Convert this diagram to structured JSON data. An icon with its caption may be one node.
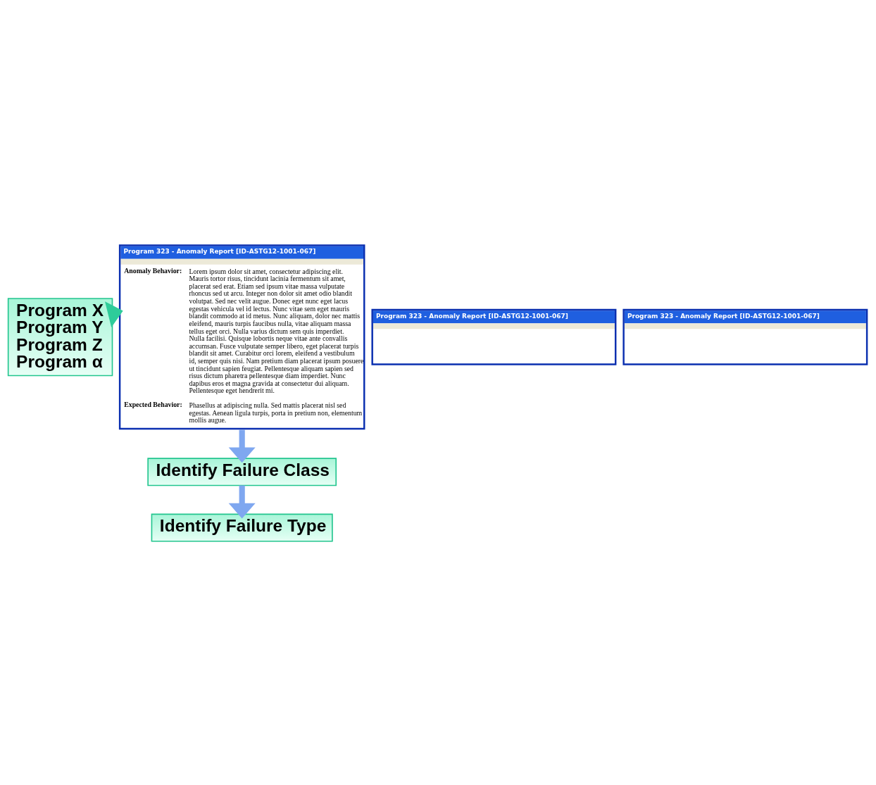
{
  "diagram": {
    "nodes": [
      {
        "text": [
          "Program X",
          "Program Y",
          "Program Z",
          "Program α"
        ]
      },
      {
        "text": [
          "Program 323 - Anomaly Report [ID-ASTG12-1001-067]"
        ]
      },
      {
        "text": [
          "Program 323 - Anomaly Report [ID-ASTG12-1001-067]"
        ]
      },
      {
        "text": [
          "Program 323 - Anomaly Report [ID-ASTG12-1001-067]",
          "Anomaly Behavior:",
          "Lorem ipsum dolor sit amet, consectetur adipiscing elit. Mauris tortor risus, tincidunt lacinia fermentum sit amet, placerat sed erat. Etiam sed ipsum vitae massa vulputate rhoncus sed ut arcu. Integer non dolor sit amet odio blandit volutpat. Sed nec velit augue. Donec eget nunc eget lacus egestas vehicula vel id lectus. Nunc vitae sem eget mauris blandit commodo at id metus. Nunc aliquam, dolor nec mattis eleifend, mauris turpis faucibus nulla, vitae aliquam massa tellus eget orci. Nulla varius dictum sem quis imperdiet. Nulla facilisi. Quisque lobortis neque vitae ante convallis accumsan. Fusce vulputate semper libero, eget placerat turpis blandit sit amet. Curabitur orci lorem, eleifend a vestibulum id, semper quis nisi. Nam pretium diam placerat ipsum posuere ut tincidunt sapien feugiat. Pellentesque aliquam sapien sed risus dictum pharetra pellentesque diam imperdiet. Nunc dapibus eros et magna gravida at consectetur dui aliquam. Pellentesque eget hendrerit mi.",
          "Expected Behavior:",
          "Phasellus at adipiscing nulla. Sed mattis placerat nisl sed egestas. Aenean ligula turpis, porta in pretium non, elementum mollis augue."
        ]
      },
      {
        "text": [
          "Identify Failure Class"
        ]
      },
      {
        "text": [
          "Identify Failure Type"
        ]
      }
    ],
    "edges": [
      {
        "from": 0,
        "to": 3,
        "arrow": "to",
        "color": "#2ecc9a"
      },
      {
        "from": 3,
        "to": 4,
        "arrow": "to"
      },
      {
        "from": 4,
        "to": 5,
        "arrow": "to"
      }
    ]
  }
}
